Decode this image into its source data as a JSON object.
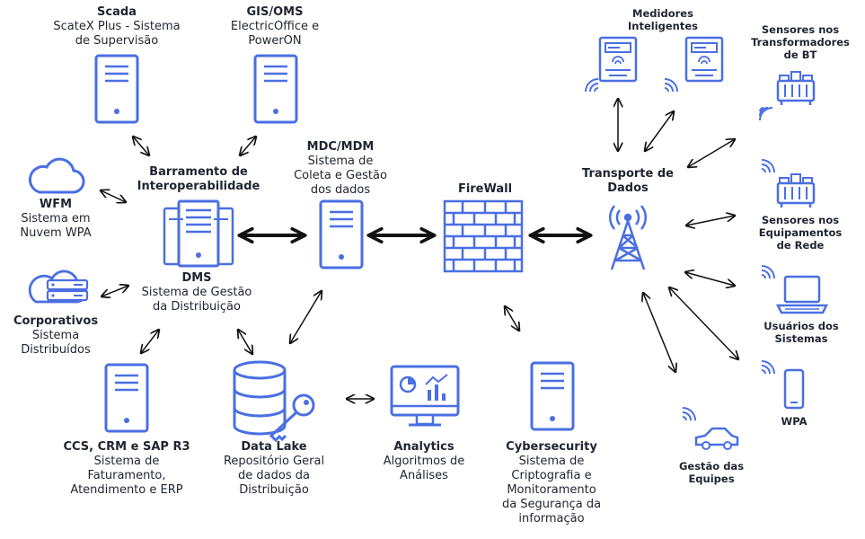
{
  "nodes": {
    "scada": {
      "title": "Scada",
      "lines": [
        "ScateX Plus - Sistema",
        "de Supervisão"
      ]
    },
    "gis": {
      "title": "GIS/OMS",
      "lines": [
        "ElectricOffice e",
        "PowerON"
      ]
    },
    "wfm": {
      "title": "WFM",
      "lines": [
        "Sistema em",
        "Nuvem WPA"
      ]
    },
    "barramento": {
      "title_lines": [
        "Barramento de",
        "Interoperabilidade"
      ]
    },
    "dms": {
      "title": "DMS",
      "lines": [
        "Sistema de Gestão",
        "da Distribuição"
      ]
    },
    "corporativos": {
      "title": "Corporativos",
      "lines": [
        "Sistema",
        "Distribuídos"
      ]
    },
    "ccs": {
      "title": "CCS, CRM e SAP R3",
      "lines": [
        "Sistema de",
        "Faturamento,",
        "Atendimento e ERP"
      ]
    },
    "datalake": {
      "title": "Data Lake",
      "lines": [
        "Repositório Geral",
        "de dados da",
        "Distribuição"
      ]
    },
    "mdc": {
      "title": "MDC/MDM",
      "lines": [
        "Sistema de",
        "Coleta e Gestão",
        "dos dados"
      ]
    },
    "firewall": {
      "title": "FireWall"
    },
    "analytics": {
      "title": "Analytics",
      "lines": [
        "Algoritmos de",
        "Análises"
      ]
    },
    "cyber": {
      "title": "Cybersecurity",
      "lines": [
        "Sistema de",
        "Criptografia e",
        "Monitoramento",
        "da Segurança da",
        "informação"
      ]
    },
    "transporte": {
      "title_lines": [
        "Transporte de",
        "Dados"
      ]
    },
    "medidores": {
      "title_lines": [
        "Medidores",
        "Inteligentes"
      ]
    },
    "sens_bt": {
      "title_lines": [
        "Sensores nos",
        "Transformadores",
        "de BT"
      ]
    },
    "sens_rede": {
      "title_lines": [
        "Sensores nos",
        "Equipamentos",
        "de Rede"
      ]
    },
    "usuarios": {
      "title_lines": [
        "Usuários dos",
        "Sistemas"
      ]
    },
    "wpa": {
      "title": "WPA"
    },
    "gestao": {
      "title_lines": [
        "Gestão das",
        "Equipes"
      ]
    }
  },
  "colors": {
    "icon": "#4a6fe3",
    "icon_light": "#e8eefc",
    "arrow": "#111111",
    "text": "#1f2430"
  }
}
